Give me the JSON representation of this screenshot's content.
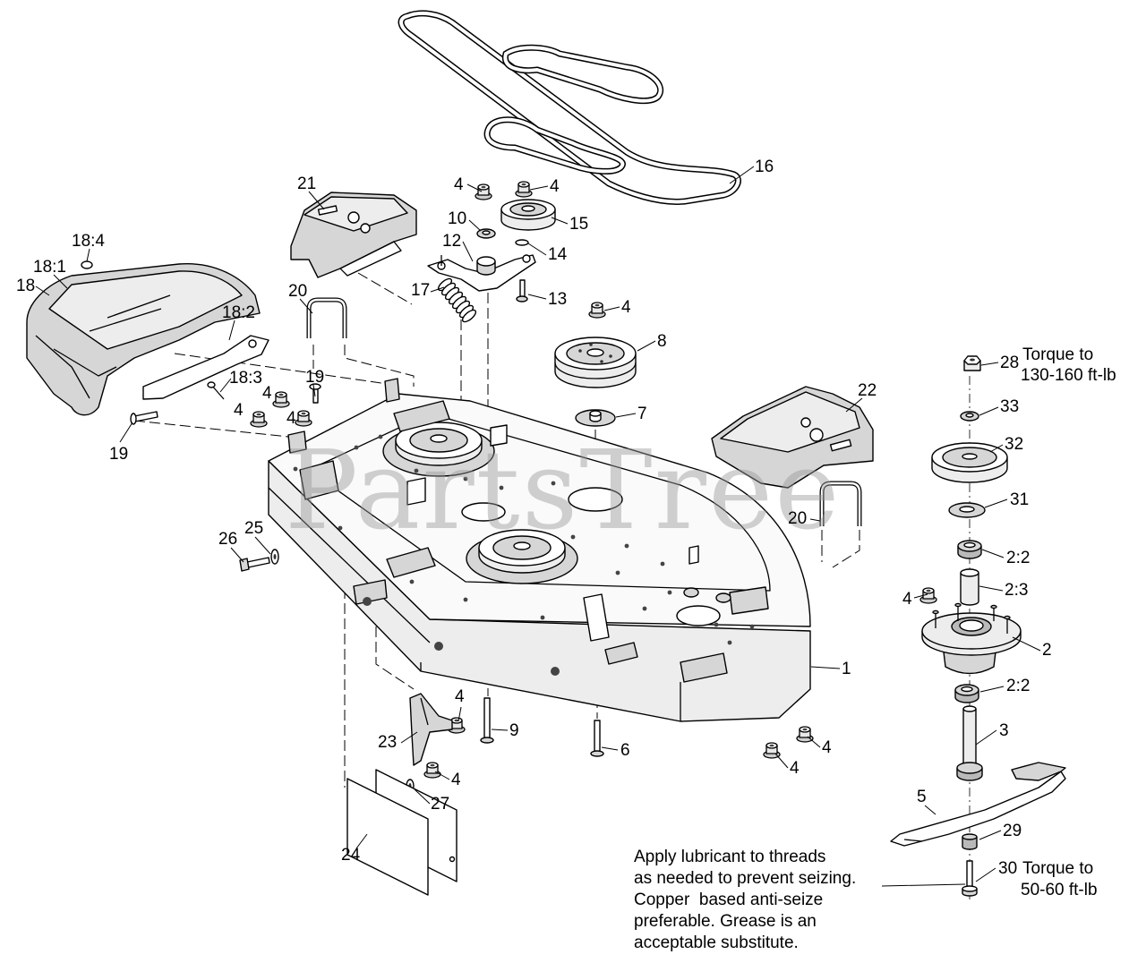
{
  "watermark": "PartsTree",
  "labels": [
    "16",
    "4",
    "4",
    "21",
    "15",
    "10",
    "12",
    "14",
    "18:4",
    "18:1",
    "18",
    "17",
    "13",
    "20",
    "18:2",
    "4",
    "8",
    "28",
    "18:3",
    "19",
    "4",
    "4",
    "4",
    "22",
    "7",
    "33",
    "19",
    "32",
    "31",
    "20",
    "26",
    "25",
    "2:2",
    "2:3",
    "4",
    "2",
    "1",
    "2:2",
    "4",
    "9",
    "3",
    "23",
    "6",
    "4",
    "4",
    "4",
    "5",
    "27",
    "29",
    "24",
    "30"
  ],
  "notes": {
    "torque_top": [
      "Torque to",
      "130-160 ft-lb"
    ],
    "torque_bottom": [
      "Torque to",
      "50-60 ft-lb"
    ],
    "lubricant": [
      "Apply lubricant to threads",
      "as needed to prevent seizing.",
      "Copper  based anti-seize",
      "preferable. Grease is an",
      "acceptable substitute."
    ]
  }
}
